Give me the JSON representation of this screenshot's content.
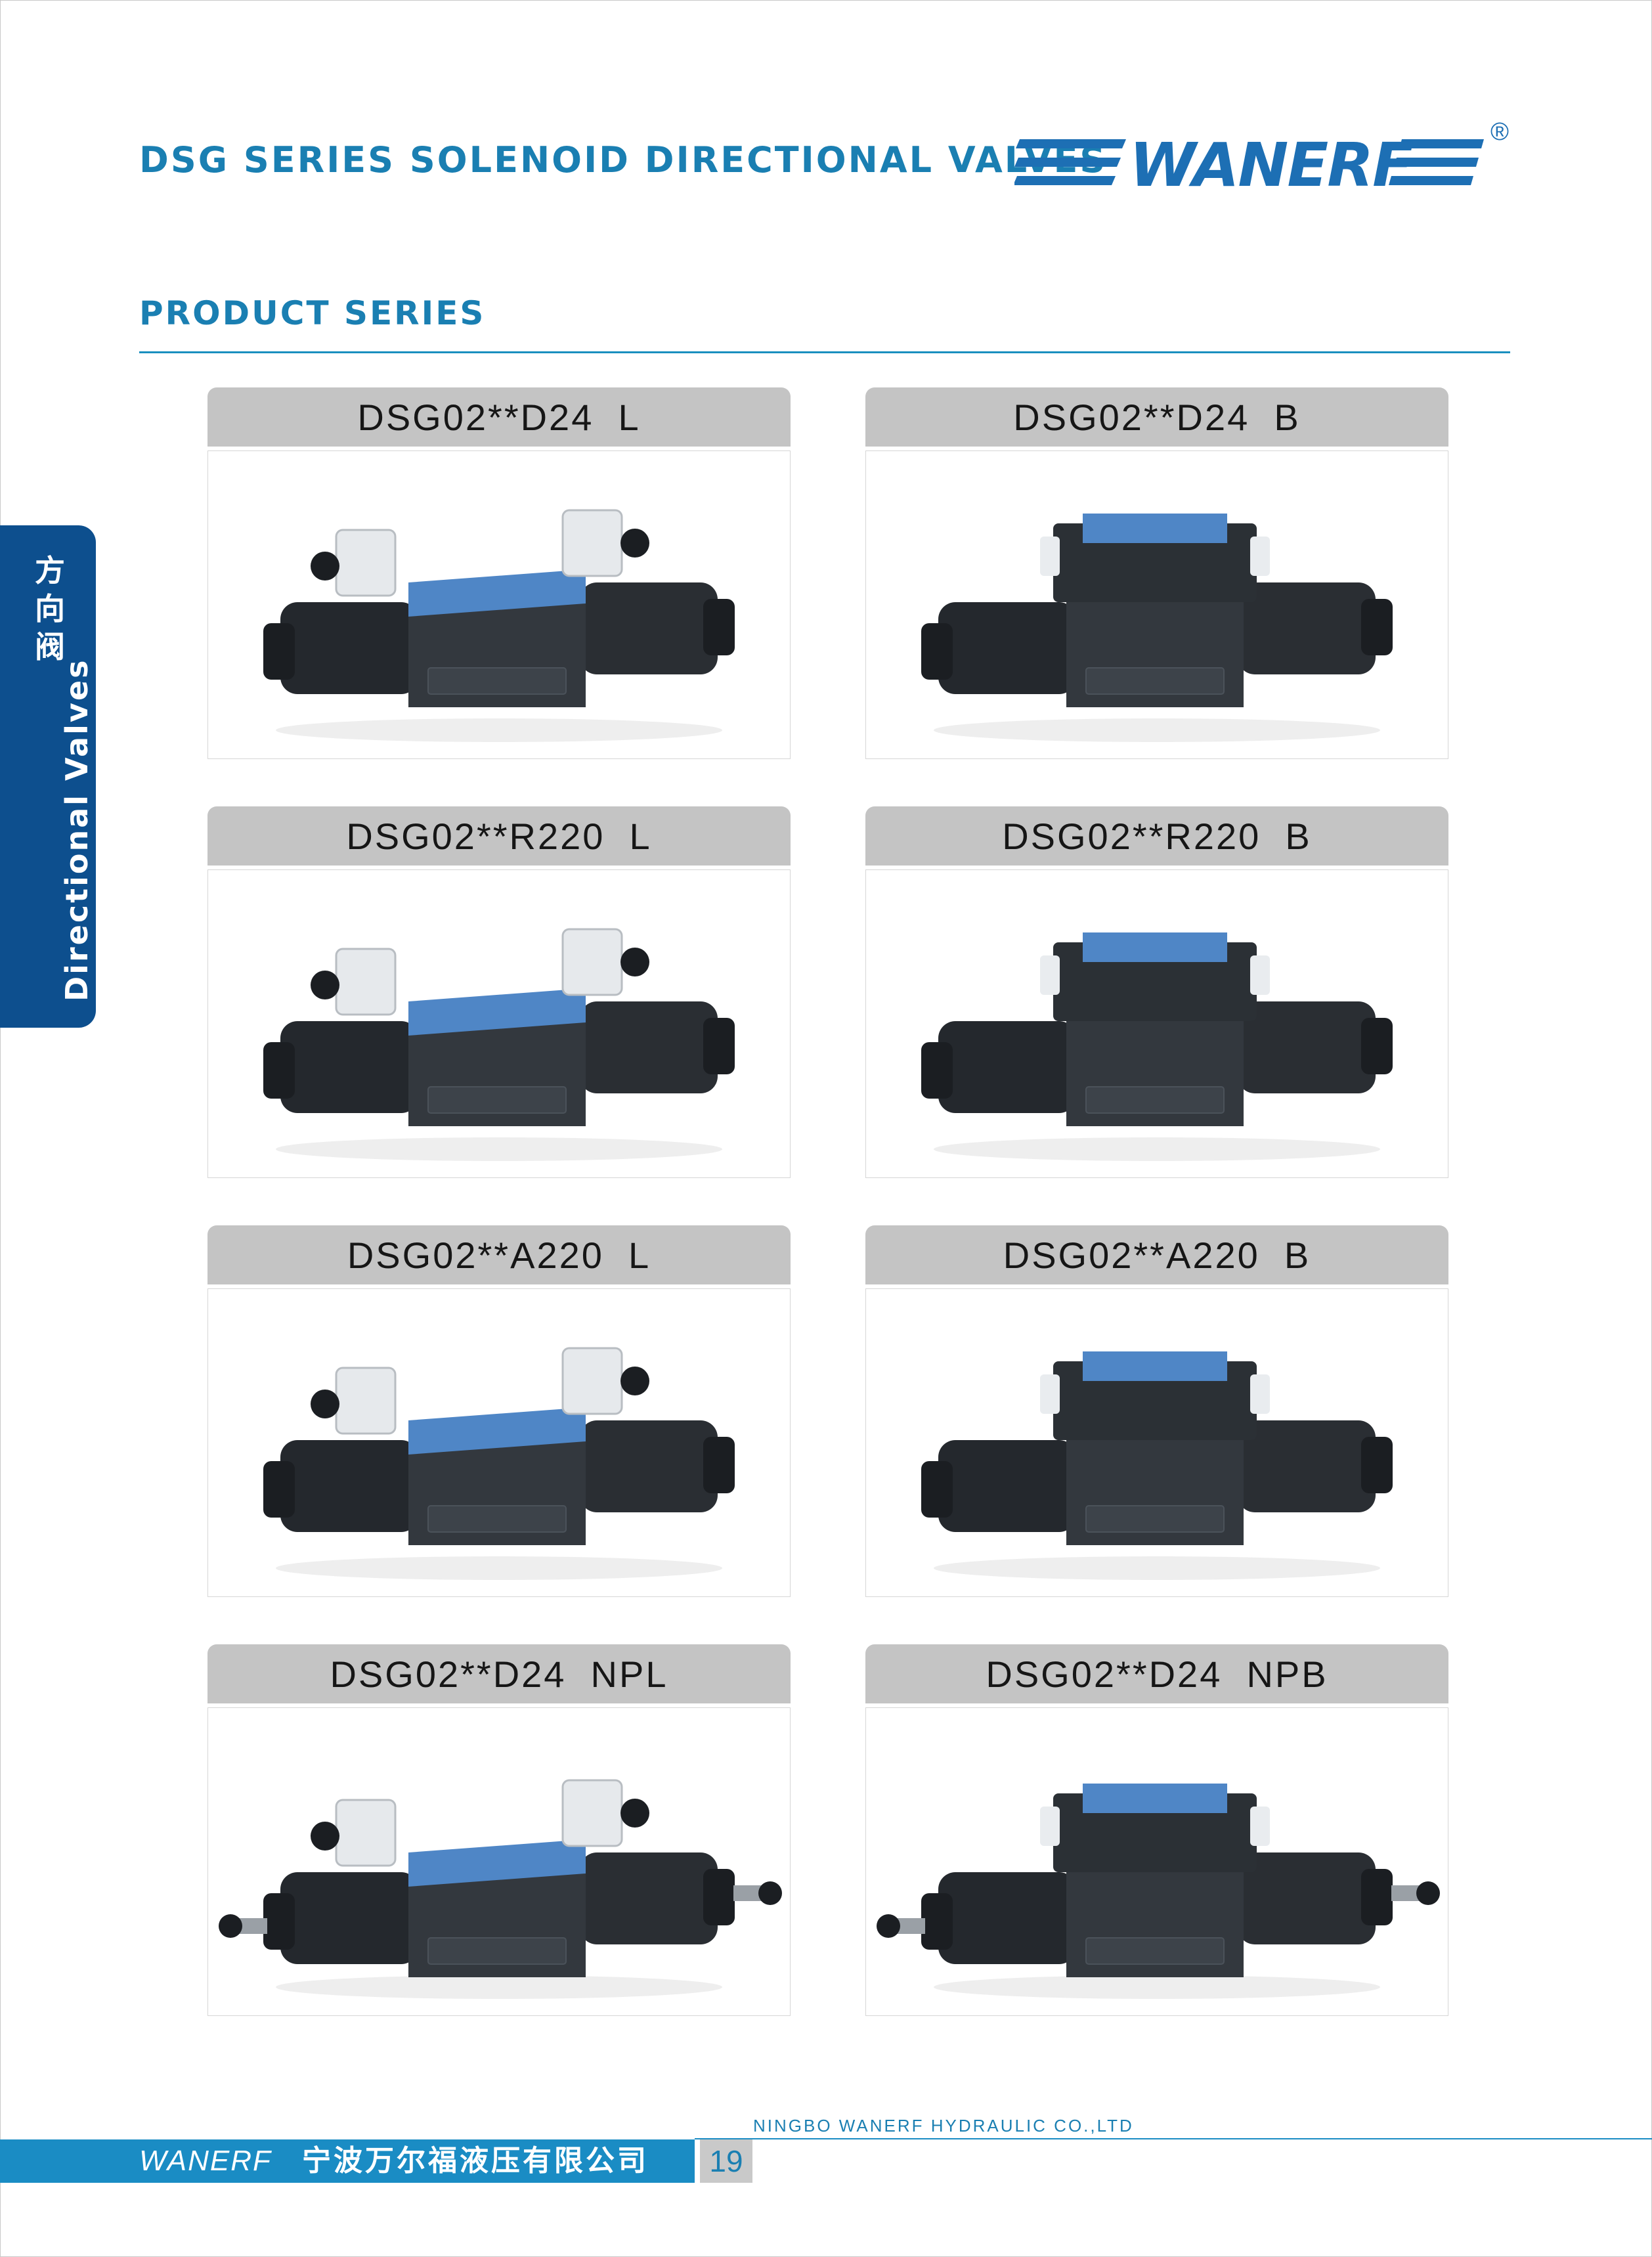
{
  "header": {
    "title": "DSG SERIES SOLENOID DIRECTIONAL VALVES",
    "brand": "WANERF",
    "registered_mark": "®"
  },
  "section": {
    "title": "PRODUCT SERIES"
  },
  "side_tab": {
    "cn_chars": [
      "方",
      "向",
      "阀"
    ],
    "en": "Directional Valves"
  },
  "products": [
    {
      "label": "DSG02**D24  L",
      "variant": "single"
    },
    {
      "label": "DSG02**D24  B",
      "variant": "double"
    },
    {
      "label": "DSG02**R220  L",
      "variant": "single"
    },
    {
      "label": "DSG02**R220  B",
      "variant": "double"
    },
    {
      "label": "DSG02**A220  L",
      "variant": "single"
    },
    {
      "label": "DSG02**A220  B",
      "variant": "double"
    },
    {
      "label": "DSG02**D24  NPL",
      "variant": "single-np"
    },
    {
      "label": "DSG02**D24  NPB",
      "variant": "double-np"
    }
  ],
  "footer": {
    "company_en": "NINGBO WANERF HYDRAULIC CO.,LTD",
    "brand": "WANERF",
    "company_cn": "宁波万尔福液压有限公司",
    "page_number": "19"
  },
  "colors": {
    "accent": "#1a7fb2",
    "brand_blue": "#1d6fb4",
    "side_tab": "#0d4f8e",
    "footer_bar": "#1a8cc4",
    "card_header": "#c4c4c4"
  }
}
